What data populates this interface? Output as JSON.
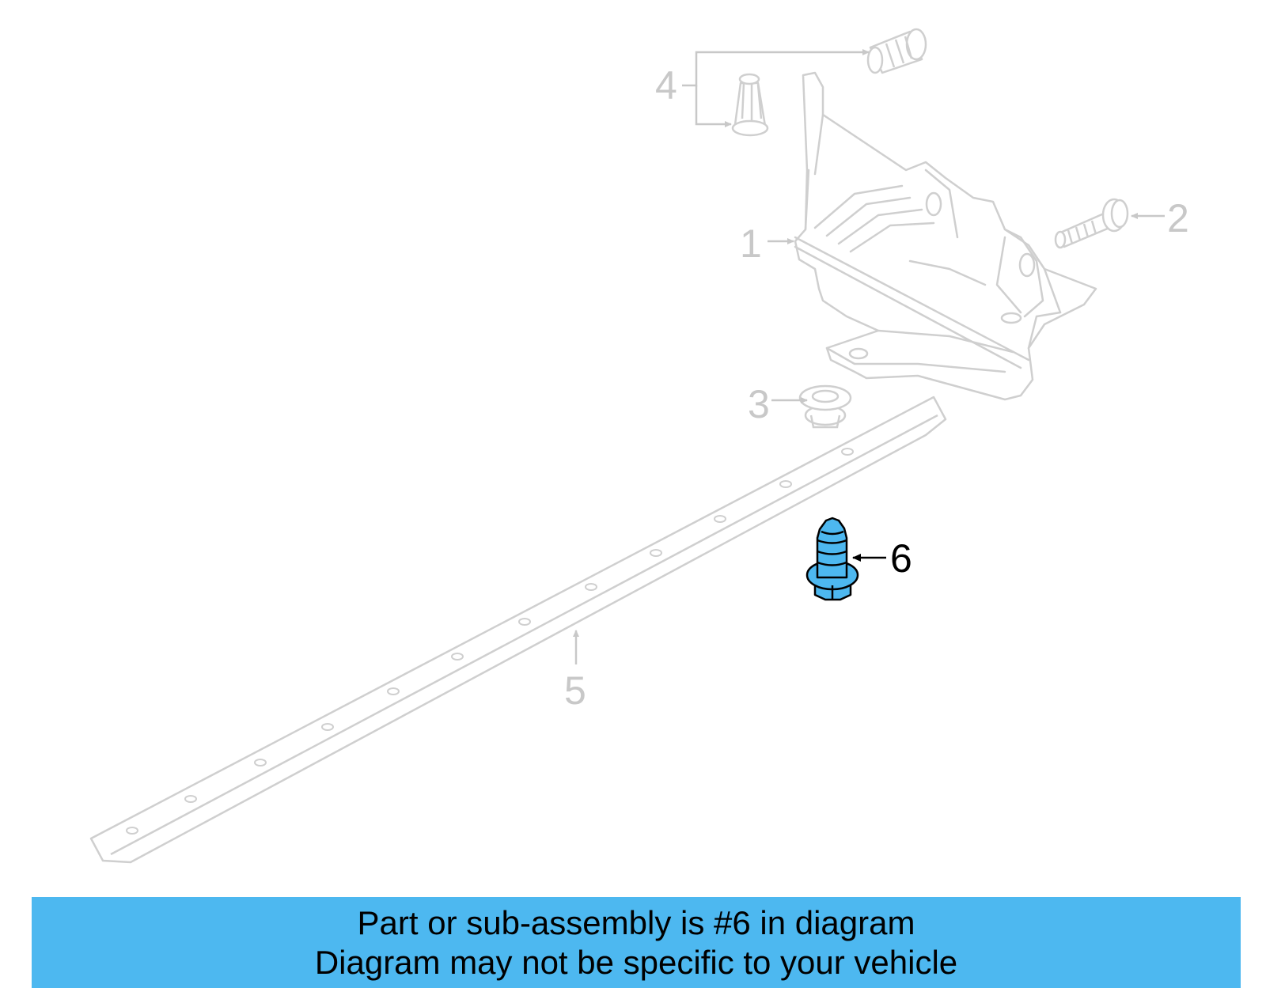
{
  "colors": {
    "background": "#ffffff",
    "faded_part_stroke": "#cfcfcf",
    "faded_label": "#c8c8c8",
    "highlight_fill": "#4db8f0",
    "highlight_stroke": "#000000",
    "highlight_label": "#000000",
    "banner_background": "#4db8f0",
    "banner_text": "#000000"
  },
  "callouts": [
    {
      "id": "1",
      "label": "1",
      "highlighted": false
    },
    {
      "id": "2",
      "label": "2",
      "highlighted": false
    },
    {
      "id": "3",
      "label": "3",
      "highlighted": false
    },
    {
      "id": "4",
      "label": "4",
      "highlighted": false
    },
    {
      "id": "5",
      "label": "5",
      "highlighted": false
    },
    {
      "id": "6",
      "label": "6",
      "highlighted": true
    }
  ],
  "banner": {
    "line1": "Part or sub-assembly is #6 in diagram",
    "line2": "Diagram may not be specific to your vehicle"
  }
}
